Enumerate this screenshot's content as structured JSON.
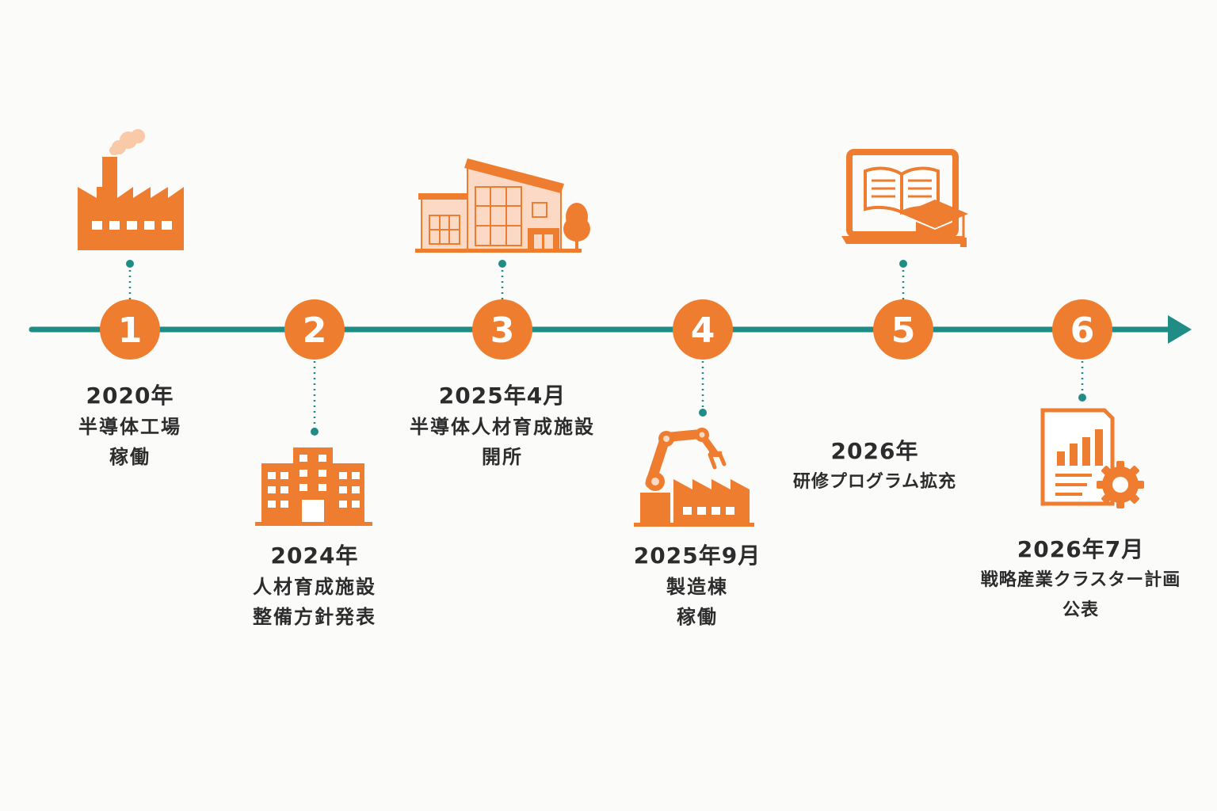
{
  "colors": {
    "accent": "#ef7d2f",
    "accent_light": "#f9c9a8",
    "line": "#1f8c86",
    "text": "#2c2c2c"
  },
  "events": [
    {
      "number": "1",
      "date": "2020年",
      "lines": [
        "半導体工場",
        "稼働"
      ],
      "icon": "factory-icon"
    },
    {
      "number": "2",
      "date": "2024年",
      "lines": [
        "人材育成施設",
        "整備方針発表"
      ],
      "icon": "office-building-icon"
    },
    {
      "number": "3",
      "date": "2025年4月",
      "lines": [
        "半導体人材育成施設",
        "開所"
      ],
      "icon": "training-facility-icon"
    },
    {
      "number": "4",
      "date": "2025年9月",
      "lines": [
        "製造棟",
        "稼働"
      ],
      "icon": "robot-arm-factory-icon"
    },
    {
      "number": "5",
      "date": "2026年",
      "lines": [
        "研修プログラム拡充"
      ],
      "icon": "laptop-book-graduation-icon"
    },
    {
      "number": "6",
      "date": "2026年7月",
      "lines": [
        "戦略産業クラスター計画",
        "公表"
      ],
      "icon": "report-chart-gear-icon"
    }
  ]
}
